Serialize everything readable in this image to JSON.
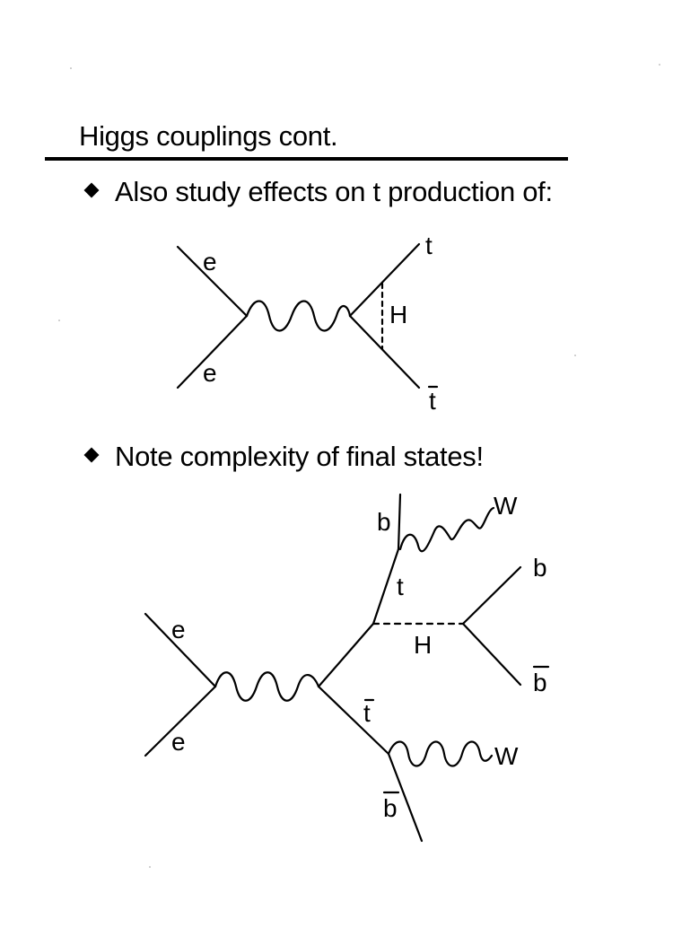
{
  "slide": {
    "title": "Higgs couplings cont.",
    "bullets": [
      "Also study effects on t production of:",
      "Note complexity of final states!"
    ]
  },
  "diagram1": {
    "labels": {
      "e_top": "e",
      "e_bottom": "e",
      "t": "t",
      "tbar": "t",
      "H": "H"
    }
  },
  "diagram2": {
    "labels": {
      "e_top": "e",
      "e_bottom": "e",
      "b_top": "b",
      "W_top": "W",
      "t": "t",
      "H": "H",
      "b_right": "b",
      "bbar_right": "b",
      "tbar": "t",
      "W_bottom": "W",
      "bbar_bottom": "b"
    }
  }
}
